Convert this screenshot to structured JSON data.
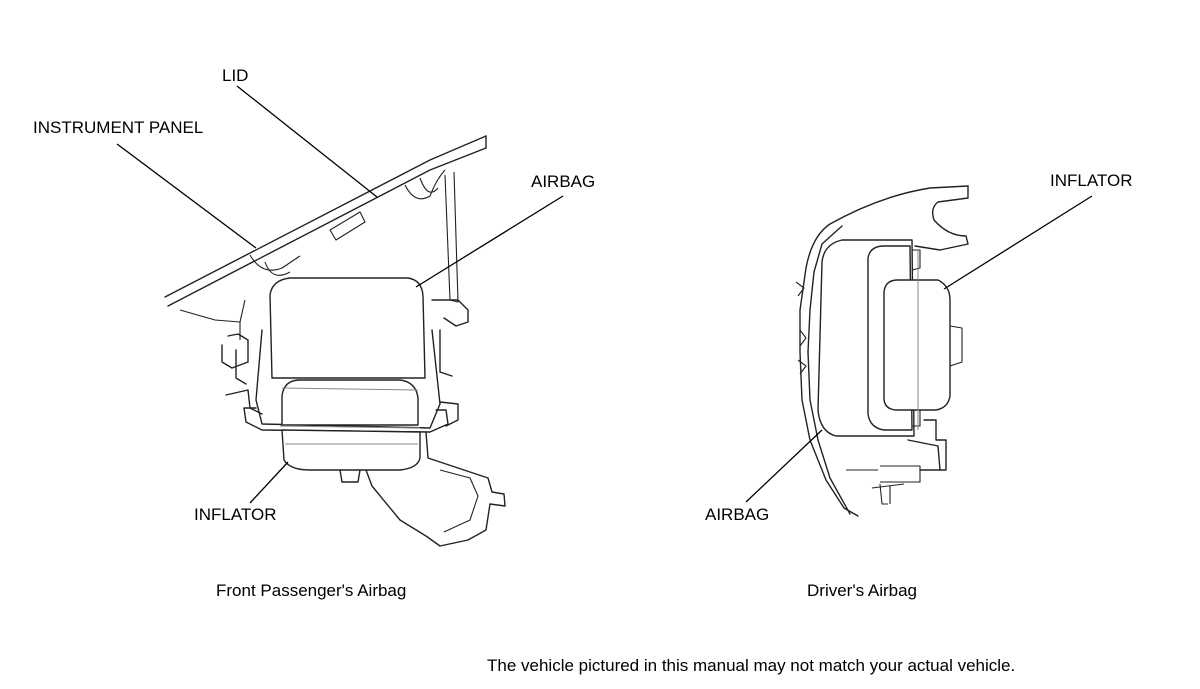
{
  "labels": {
    "lid": "LID",
    "instrument_panel": "INSTRUMENT PANEL",
    "airbag_passenger": "AIRBAG",
    "inflator_passenger": "INFLATOR",
    "inflator_driver": "INFLATOR",
    "airbag_driver": "AIRBAG"
  },
  "captions": {
    "passenger": "Front Passenger's Airbag",
    "driver": "Driver's Airbag"
  },
  "disclaimer": "The vehicle pictured in this manual may not match your actual vehicle.",
  "colors": {
    "line": "#000000",
    "background": "#ffffff"
  }
}
